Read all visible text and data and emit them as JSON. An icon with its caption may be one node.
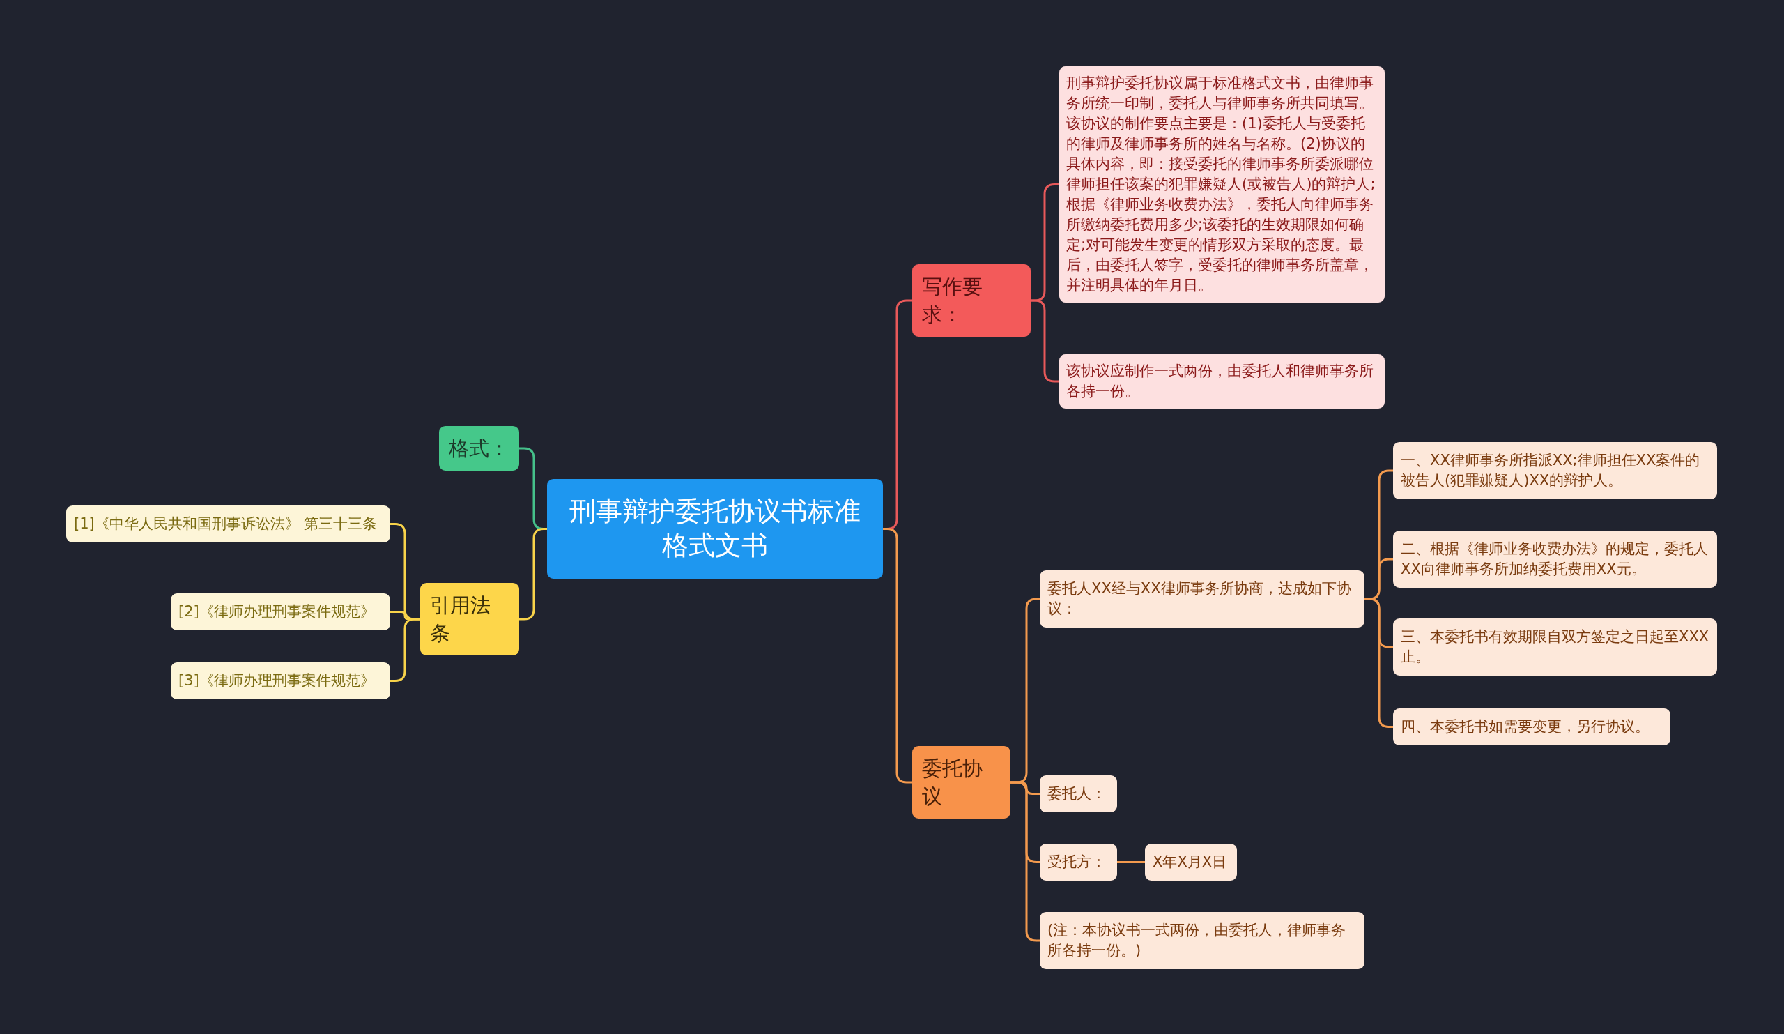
{
  "diagram": {
    "nodes": [
      {
        "text": [
          "刑事辩护委托协议书标准格式文书"
        ]
      },
      {
        "text": [
          "写作要求："
        ]
      },
      {
        "text": [
          "刑事辩护委托协议属于标准格式文书，由律师事务所统一印制，委托人与律师事务所共同填写。该协议的制作要点主要是：(1)委托人与受委托的律师及律师事务所的姓名与名称。(2)协议的具体内容，即：接受委托的律师事务所委派哪位律师担任该案的犯罪嫌疑人(或被告人)的辩护人;根据《律师业务收费办法》，委托人向律师事务所缴纳委托费用多少;该委托的生效期限如何确定;对可能发生变更的情形双方采取的态度。最后，由委托人签字，受委托的律师事务所盖章，并注明具体的年月日。"
        ]
      },
      {
        "text": [
          "该协议应制作一式两份，由委托人和律师事务所各持一份。"
        ]
      },
      {
        "text": [
          "委托协议"
        ]
      },
      {
        "text": [
          "委托人XX经与XX律师事务所协商，达成如下协议："
        ]
      },
      {
        "text": [
          "一、XX律师事务所指派XX;律师担任XX案件的被告人(犯罪嫌疑人)XX的辩护人。"
        ]
      },
      {
        "text": [
          "二、根据《律师业务收费办法》的规定，委托人XX向律师事务所加纳委托费用XX元。"
        ]
      },
      {
        "text": [
          "三、本委托书有效期限自双方签定之日起至XXX止。"
        ]
      },
      {
        "text": [
          "四、本委托书如需要变更，另行协议。"
        ]
      },
      {
        "text": [
          "委托人："
        ]
      },
      {
        "text": [
          "受托方："
        ]
      },
      {
        "text": [
          "X年X月X日"
        ]
      },
      {
        "text": [
          "(注：本协议书一式两份，由委托人，律师事务所各持一份。)"
        ]
      },
      {
        "text": [
          "格式："
        ]
      },
      {
        "text": [
          "引用法条"
        ]
      },
      {
        "text": [
          "[1]《中华人民共和国刑事诉讼法》 第三十三条"
        ]
      },
      {
        "text": [
          "[2]《律师办理刑事案件规范》"
        ]
      },
      {
        "text": [
          "[3]《律师办理刑事案件规范》"
        ]
      }
    ],
    "edges": [
      {
        "from": 0,
        "to": 1,
        "arrow": "none",
        "color": "#e8595a"
      },
      {
        "from": 1,
        "to": 2,
        "arrow": "none",
        "color": "#e8595a"
      },
      {
        "from": 1,
        "to": 3,
        "arrow": "none",
        "color": "#e8595a"
      },
      {
        "from": 0,
        "to": 4,
        "arrow": "none"
      },
      {
        "from": 4,
        "to": 5,
        "arrow": "none"
      },
      {
        "from": 5,
        "to": 6,
        "arrow": "none"
      },
      {
        "from": 5,
        "to": 7,
        "arrow": "none"
      },
      {
        "from": 5,
        "to": 8,
        "arrow": "none"
      },
      {
        "from": 5,
        "to": 9,
        "arrow": "none"
      },
      {
        "from": 4,
        "to": 10,
        "arrow": "none"
      },
      {
        "from": 4,
        "to": 11,
        "arrow": "none"
      },
      {
        "from": 11,
        "to": 12,
        "arrow": "none"
      },
      {
        "from": 4,
        "to": 13,
        "arrow": "none"
      },
      {
        "from": 0,
        "to": 14,
        "arrow": "none",
        "color": "#45c08a"
      },
      {
        "from": 0,
        "to": 15,
        "arrow": "none",
        "color": "#f8d34a"
      },
      {
        "from": 15,
        "to": 16,
        "arrow": "none",
        "color": "#f8d34a"
      },
      {
        "from": 15,
        "to": 17,
        "arrow": "none",
        "color": "#f8d34a"
      },
      {
        "from": 15,
        "to": 18,
        "arrow": "none",
        "color": "#f8d34a"
      }
    ]
  }
}
